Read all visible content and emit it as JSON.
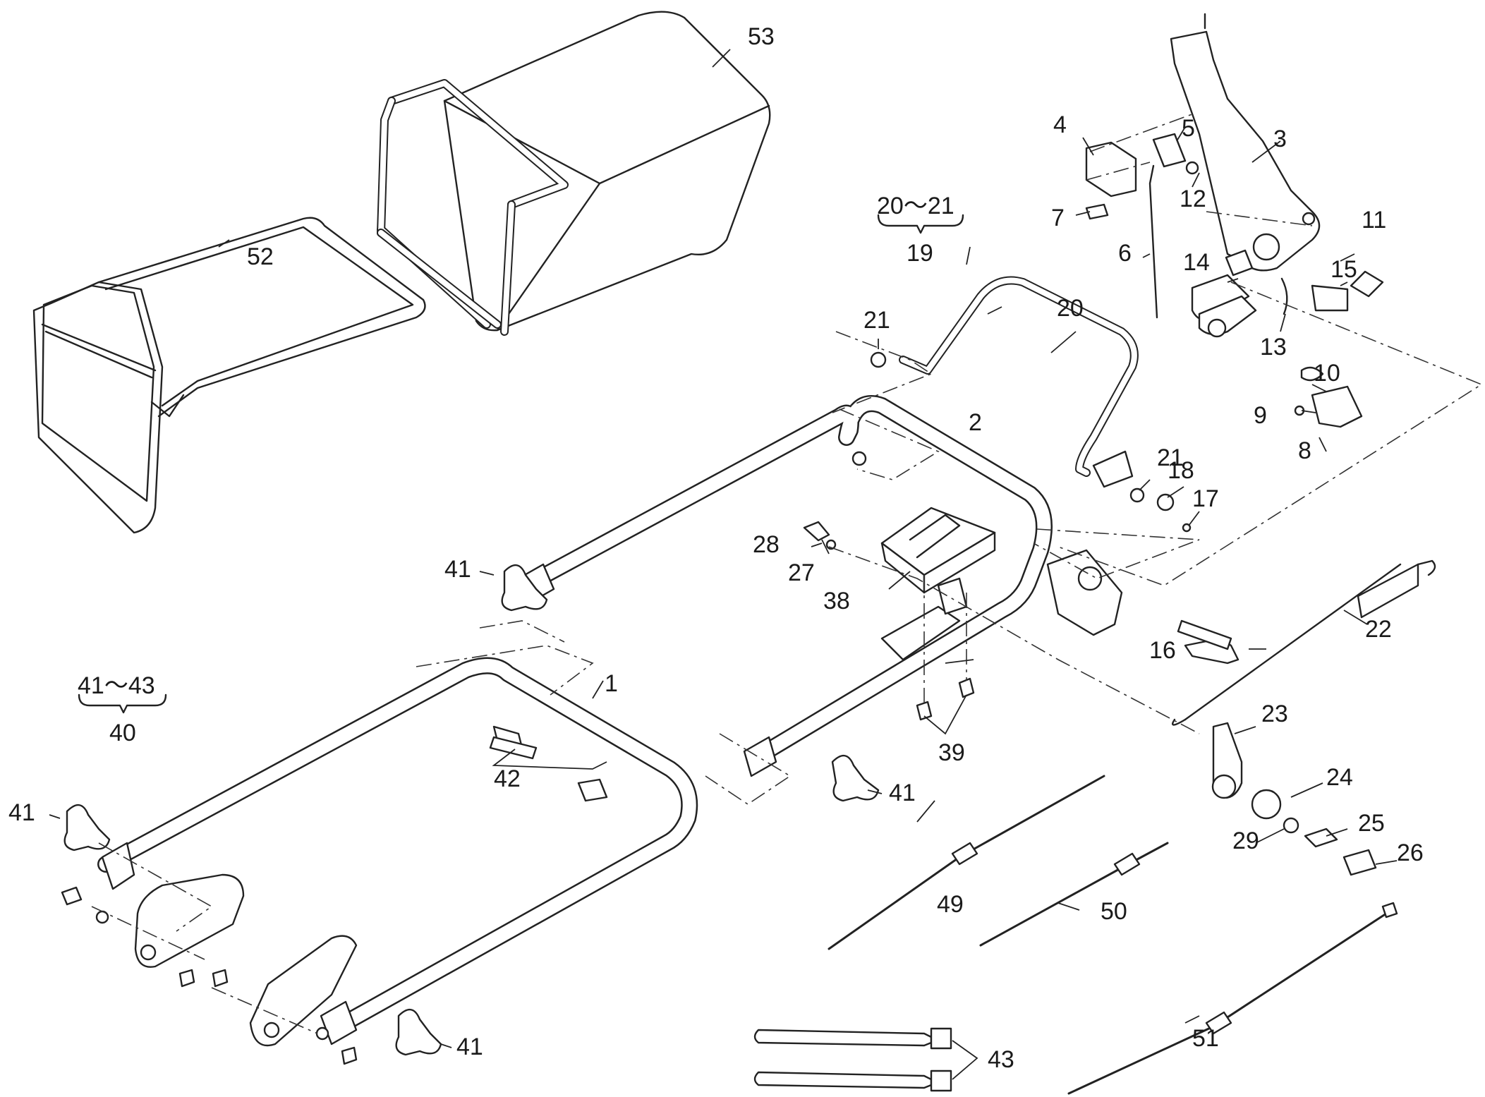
{
  "labels": {
    "p1": "1",
    "p2": "2",
    "p3": "3",
    "p4": "4",
    "p5": "5",
    "p6": "6",
    "p7": "7",
    "p8": "8",
    "p9": "9",
    "p10": "10",
    "p11": "11",
    "p12": "12",
    "p13": "13",
    "p14": "14",
    "p15": "15",
    "p16": "16",
    "p17": "17",
    "p18": "18",
    "p20": "20",
    "p21a": "21",
    "p21b": "21",
    "p22": "22",
    "p23": "23",
    "p24": "24",
    "p25": "25",
    "p26": "26",
    "p27": "27",
    "p28": "28",
    "p29": "29",
    "p38": "38",
    "p39": "39",
    "p41a": "41",
    "p41b": "41",
    "p41c": "41",
    "p41d": "41",
    "p42": "42",
    "p43": "43",
    "p49": "49",
    "p50": "50",
    "p51": "51",
    "p52": "52",
    "p53": "53"
  },
  "groups": {
    "g19": {
      "range": "20～21",
      "parent": "19"
    },
    "g40": {
      "range": "41～43",
      "parent": "40"
    }
  }
}
